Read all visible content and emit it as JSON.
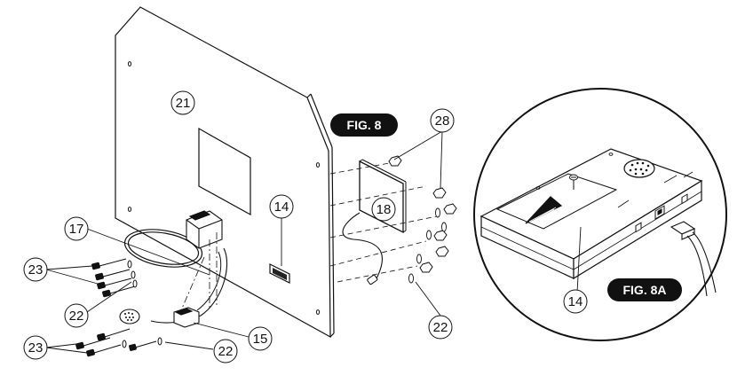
{
  "figures": {
    "main_label": "FIG. 8",
    "detail_label": "FIG. 8A"
  },
  "callouts": {
    "c21": "21",
    "c14_main": "14",
    "c17": "17",
    "c18": "18",
    "c28": "28",
    "c23_top": "23",
    "c22_left": "22",
    "c22_right": "22",
    "c23_bottom": "23",
    "c15": "15",
    "c22_bottom": "22",
    "c14_detail": "14"
  },
  "colors": {
    "line": "#111111",
    "label_fill": "#111111",
    "background": "#ffffff"
  }
}
